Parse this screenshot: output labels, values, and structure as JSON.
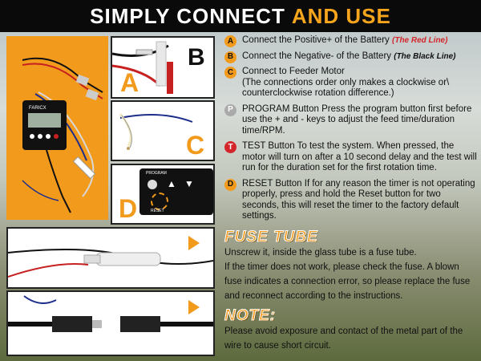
{
  "banner": {
    "part1": "SIMPLY CONNECT",
    "part2": "AND USE"
  },
  "images": {
    "letter_a": "A",
    "letter_b": "B",
    "letter_c": "C",
    "letter_d": "D",
    "brand": "FARICX",
    "program": "PROGRAM",
    "reset": "RESET"
  },
  "items": [
    {
      "badge": "A",
      "text": "Connect the Positive+ of the Battery",
      "note": "(The Red Line)"
    },
    {
      "badge": "B",
      "text": "Connect the Negative- of the Battery",
      "note": "(The Black Line)"
    },
    {
      "badge": "C",
      "title": "Connect to Feeder Motor",
      "body": "(The connections order only makes a clockwise or\\ counterclockwise rotation difference.)"
    },
    {
      "badge": "P",
      "title": "PROGRAM Button",
      "body": "Press the program button first before use the + and - keys to adjust the feed time/duration time/RPM."
    },
    {
      "badge": "T",
      "title": "TEST Button",
      "body": "To test the system. When pressed, the motor will turn on after a 10 second delay and the test will run for the duration set for the first rotation time."
    },
    {
      "badge": "D",
      "title": "RESET Button",
      "body": "If for any reason the timer is not operating properly, press and hold the Reset button for two seconds, this will reset the timer to the factory default settings."
    }
  ],
  "fuse": {
    "heading": "FUSE TUBE",
    "line1": "Unscrew it, inside the glass tube  is a fuse tube.",
    "line2": "If the timer does not work, please check the fuse. A blown fuse indicates a connection error, so please replace the fuse and reconnect according to the instructions."
  },
  "note": {
    "heading": "NOTE:",
    "text": "Please avoid exposure and contact of the metal part of the wire to cause short circuit."
  },
  "colors": {
    "accent": "#f29a1c",
    "red": "#d3262b"
  }
}
